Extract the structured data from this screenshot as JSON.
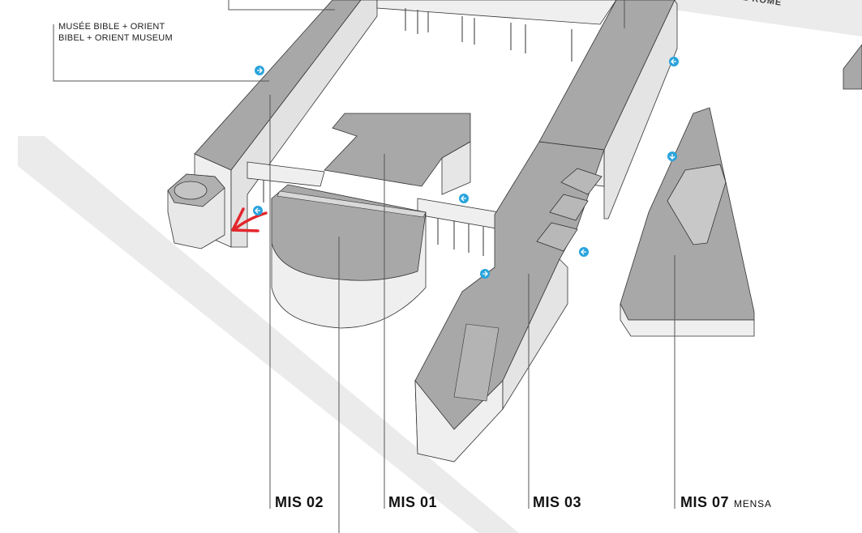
{
  "museum_label": {
    "line1": "MUSÉE BIBLE + ORIENT",
    "line2": "BIBEL + ORIENT MUSEUM"
  },
  "street_label": "E DE ROME",
  "buildings": [
    {
      "id": "mis02",
      "name": "MIS 02",
      "sub": ""
    },
    {
      "id": "mis01",
      "name": "MIS 01",
      "sub": ""
    },
    {
      "id": "mis03",
      "name": "MIS 03",
      "sub": ""
    },
    {
      "id": "mis07",
      "name": "MIS 07",
      "sub": "MENSA"
    }
  ],
  "entrance_icon": "arrow-circle-icon",
  "colors": {
    "roof": "#a8a8a8",
    "wall": "#eeeeee",
    "road": "#ebebeb",
    "entrance": "#29a3dc",
    "highlight_arrow": "#e3262c",
    "leader_line": "#555555"
  }
}
